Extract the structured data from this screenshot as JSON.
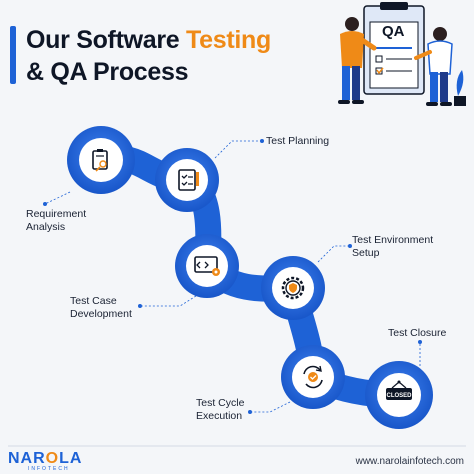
{
  "header": {
    "title_part1": "Our Software ",
    "title_accent": "Testing",
    "title_line2": "& QA Process"
  },
  "illustration": {
    "board_text": "QA"
  },
  "steps": [
    {
      "label": "Requirement\nAnalysis",
      "icon": "clipboard-search-icon"
    },
    {
      "label": "Test Planning",
      "icon": "plan-document-icon"
    },
    {
      "label": "Test Case\nDevelopment",
      "icon": "code-gear-icon"
    },
    {
      "label": "Test Environment\nSetup",
      "icon": "gear-shield-icon"
    },
    {
      "label": "Test Cycle\nExecution",
      "icon": "cycle-check-icon"
    },
    {
      "label": "Test Closure",
      "icon": "closed-sign-icon"
    }
  ],
  "closed_sign_text": "CLOSED",
  "footer": {
    "logo_prefix": "NAR",
    "logo_o": "O",
    "logo_suffix": "LA",
    "logo_sub": "INFOTECH",
    "url": "www.narolainfotech.com"
  },
  "colors": {
    "brand_blue": "#1e62d6",
    "accent_orange": "#ef8a17",
    "text_dark": "#0e1626",
    "background": "#f4f6f9"
  }
}
